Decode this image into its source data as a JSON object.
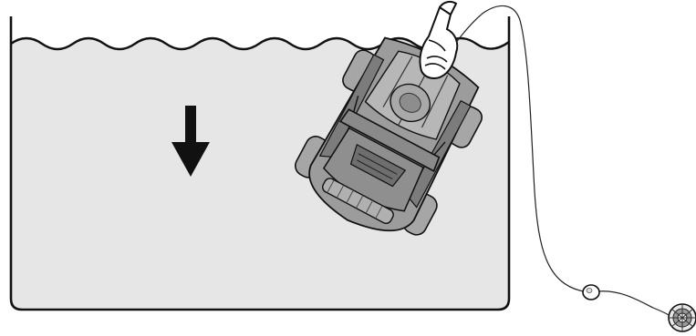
{
  "figure": {
    "colors": {
      "background": "#ffffff",
      "water": "#e6e6e6",
      "outline": "#111111",
      "robot_body": "#9c9c9c",
      "robot_dark": "#6e6e6e",
      "robot_light": "#b7b7b7",
      "hand": "#ffffff",
      "cable": "#222222"
    },
    "icons": {
      "direction_arrow": "arrow-down-icon",
      "robot": "pool-cleaner-robot",
      "swivel": "cable-swivel",
      "plug": "power-plug-connector"
    }
  }
}
